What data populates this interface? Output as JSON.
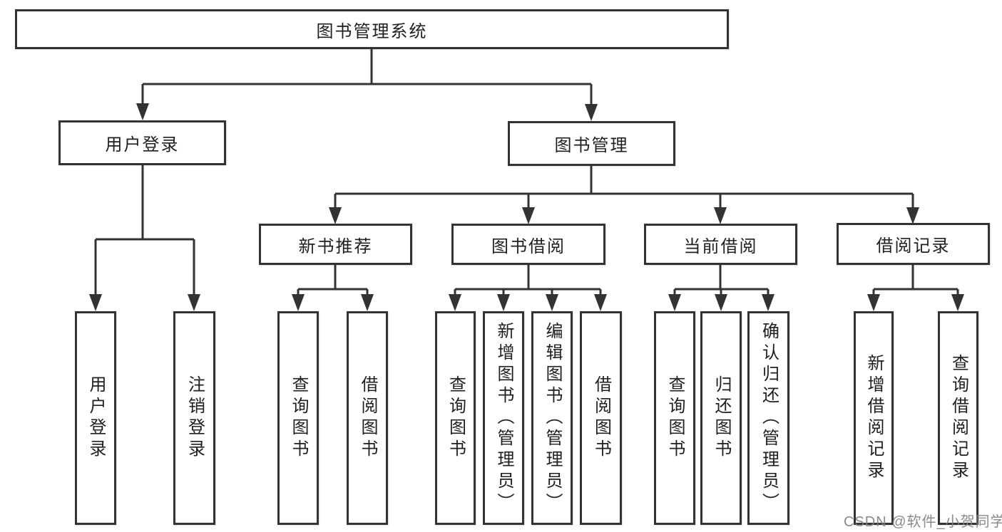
{
  "title": "图书管理系统",
  "tree": {
    "label": "图书管理系统",
    "children": [
      {
        "label": "用户登录",
        "children": [
          {
            "label": "用户登录"
          },
          {
            "label": "注销登录"
          }
        ]
      },
      {
        "label": "图书管理",
        "children": [
          {
            "label": "新书推荐",
            "children": [
              {
                "label": "查询图书"
              },
              {
                "label": "借阅图书"
              }
            ]
          },
          {
            "label": "图书借阅",
            "children": [
              {
                "label": "查询图书"
              },
              {
                "label": "新增图书（管理员）"
              },
              {
                "label": "编辑图书（管理员）"
              },
              {
                "label": "借阅图书"
              }
            ]
          },
          {
            "label": "当前借阅",
            "children": [
              {
                "label": "查询图书"
              },
              {
                "label": "归还图书"
              },
              {
                "label": "确认归还（管理员）"
              }
            ]
          },
          {
            "label": "借阅记录",
            "children": [
              {
                "label": "新增借阅记录"
              },
              {
                "label": "查询借阅记录"
              }
            ]
          }
        ]
      }
    ]
  },
  "watermark": "CSDN @软件_小贺同学",
  "colors": {
    "line": "#333333",
    "text": "#1f1f1f",
    "watermark": "#808080",
    "background": "#ffffff"
  }
}
